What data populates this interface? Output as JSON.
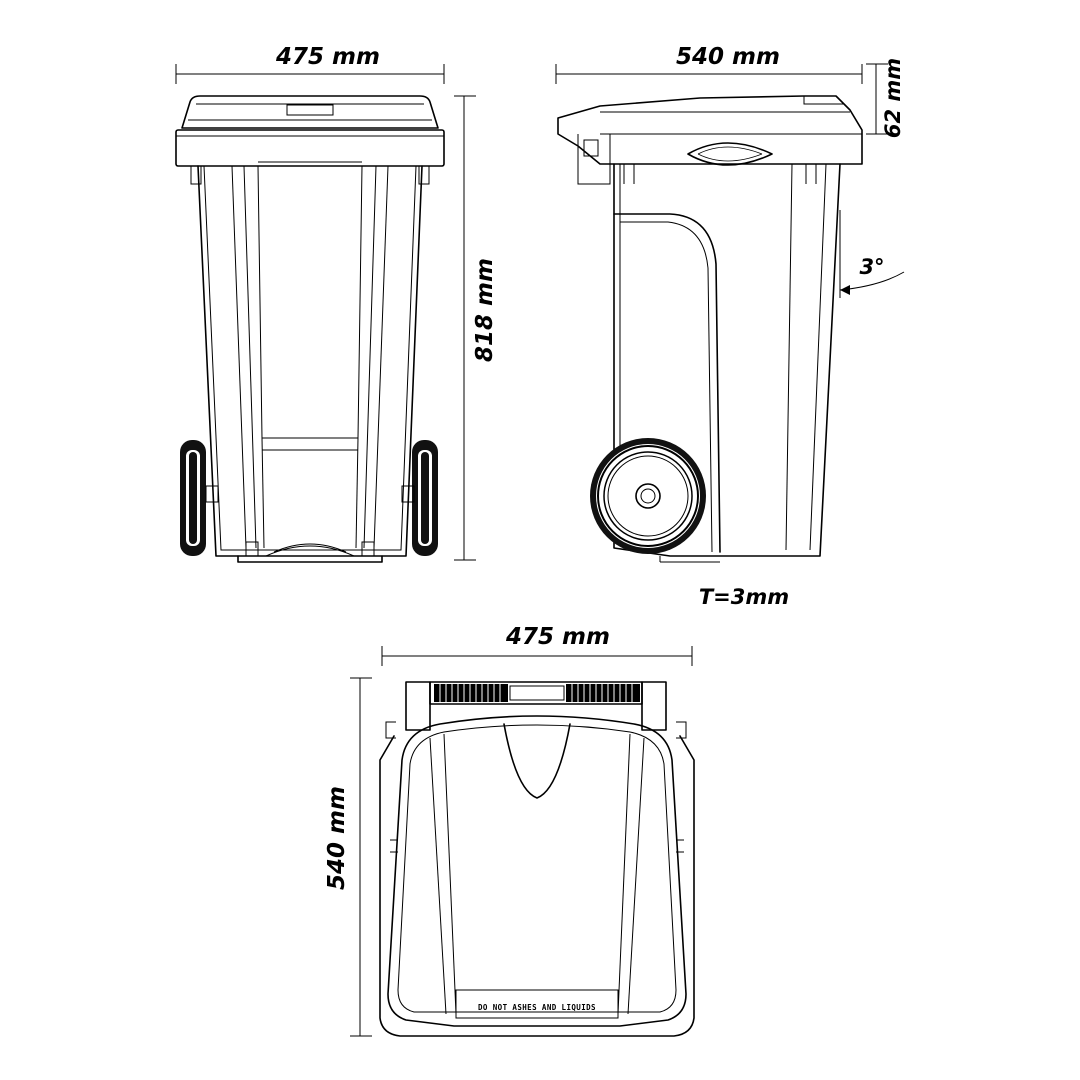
{
  "front_view": {
    "width_label": "475 mm",
    "height_label": "818 mm"
  },
  "side_view": {
    "depth_label": "540 mm",
    "lid_height_label": "62 mm",
    "angle_label": "3°",
    "thickness_label": "T=3mm"
  },
  "top_view": {
    "width_label": "475 mm",
    "depth_label": "540 mm",
    "lid_text": "DO NOT ASHES AND LIQUIDS"
  }
}
